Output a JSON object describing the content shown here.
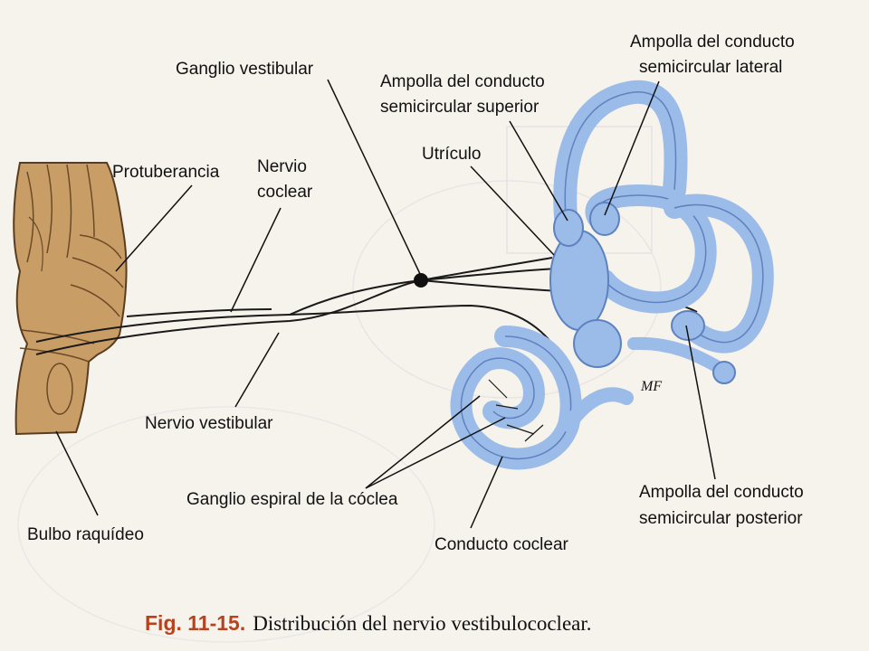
{
  "labels": {
    "ganglio_vestibular": "Ganglio vestibular",
    "ampolla_lateral_1": "Ampolla del conducto",
    "ampolla_lateral_2": "semicircular lateral",
    "ampolla_superior_1": "Ampolla del conducto",
    "ampolla_superior_2": "semicircular superior",
    "utriculo": "Utrículo",
    "protuberancia": "Protuberancia",
    "nervio_coclear_1": "Nervio",
    "nervio_coclear_2": "coclear",
    "nervio_vestibular": "Nervio vestibular",
    "ganglio_espiral": "Ganglio espiral de la cóclea",
    "bulbo_raquideo": "Bulbo raquídeo",
    "conducto_coclear": "Conducto coclear",
    "ampolla_posterior_1": "Ampolla del conducto",
    "ampolla_posterior_2": "semicircular posterior",
    "mf": "MF"
  },
  "caption": {
    "figure_number": "Fig. 11-15.",
    "text": "Distribución del nervio vestibulococlear."
  },
  "colors": {
    "labyrinth": "#9bbbe8",
    "labyrinth_edge": "#5e82bf",
    "brainstem": "#c79a62",
    "brainstem_edge": "#5a3d1f",
    "caption_accent": "#b8411e"
  }
}
